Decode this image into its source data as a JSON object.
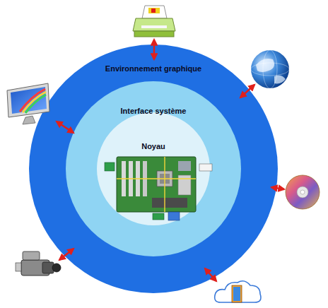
{
  "diagram": {
    "nodes": [
      {
        "text": [
          "Environnement graphique"
        ]
      },
      {
        "text": [
          "Interface système"
        ],
        "in": 0
      },
      {
        "text": [
          "Noyau"
        ],
        "in": 1
      }
    ]
  }
}
